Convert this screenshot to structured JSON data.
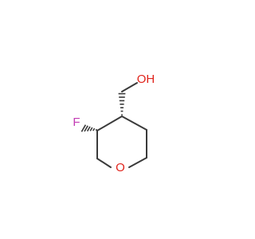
{
  "molecule": {
    "atoms": {
      "oxygen_ring": {
        "symbol": "O",
        "color": "#e0231b"
      },
      "fluorine": {
        "symbol": "F",
        "color": "#c33cb4"
      },
      "hydroxyl": {
        "symbol": "OH",
        "color": "#e0231b"
      }
    },
    "bond_color": "#3a3a3a"
  }
}
